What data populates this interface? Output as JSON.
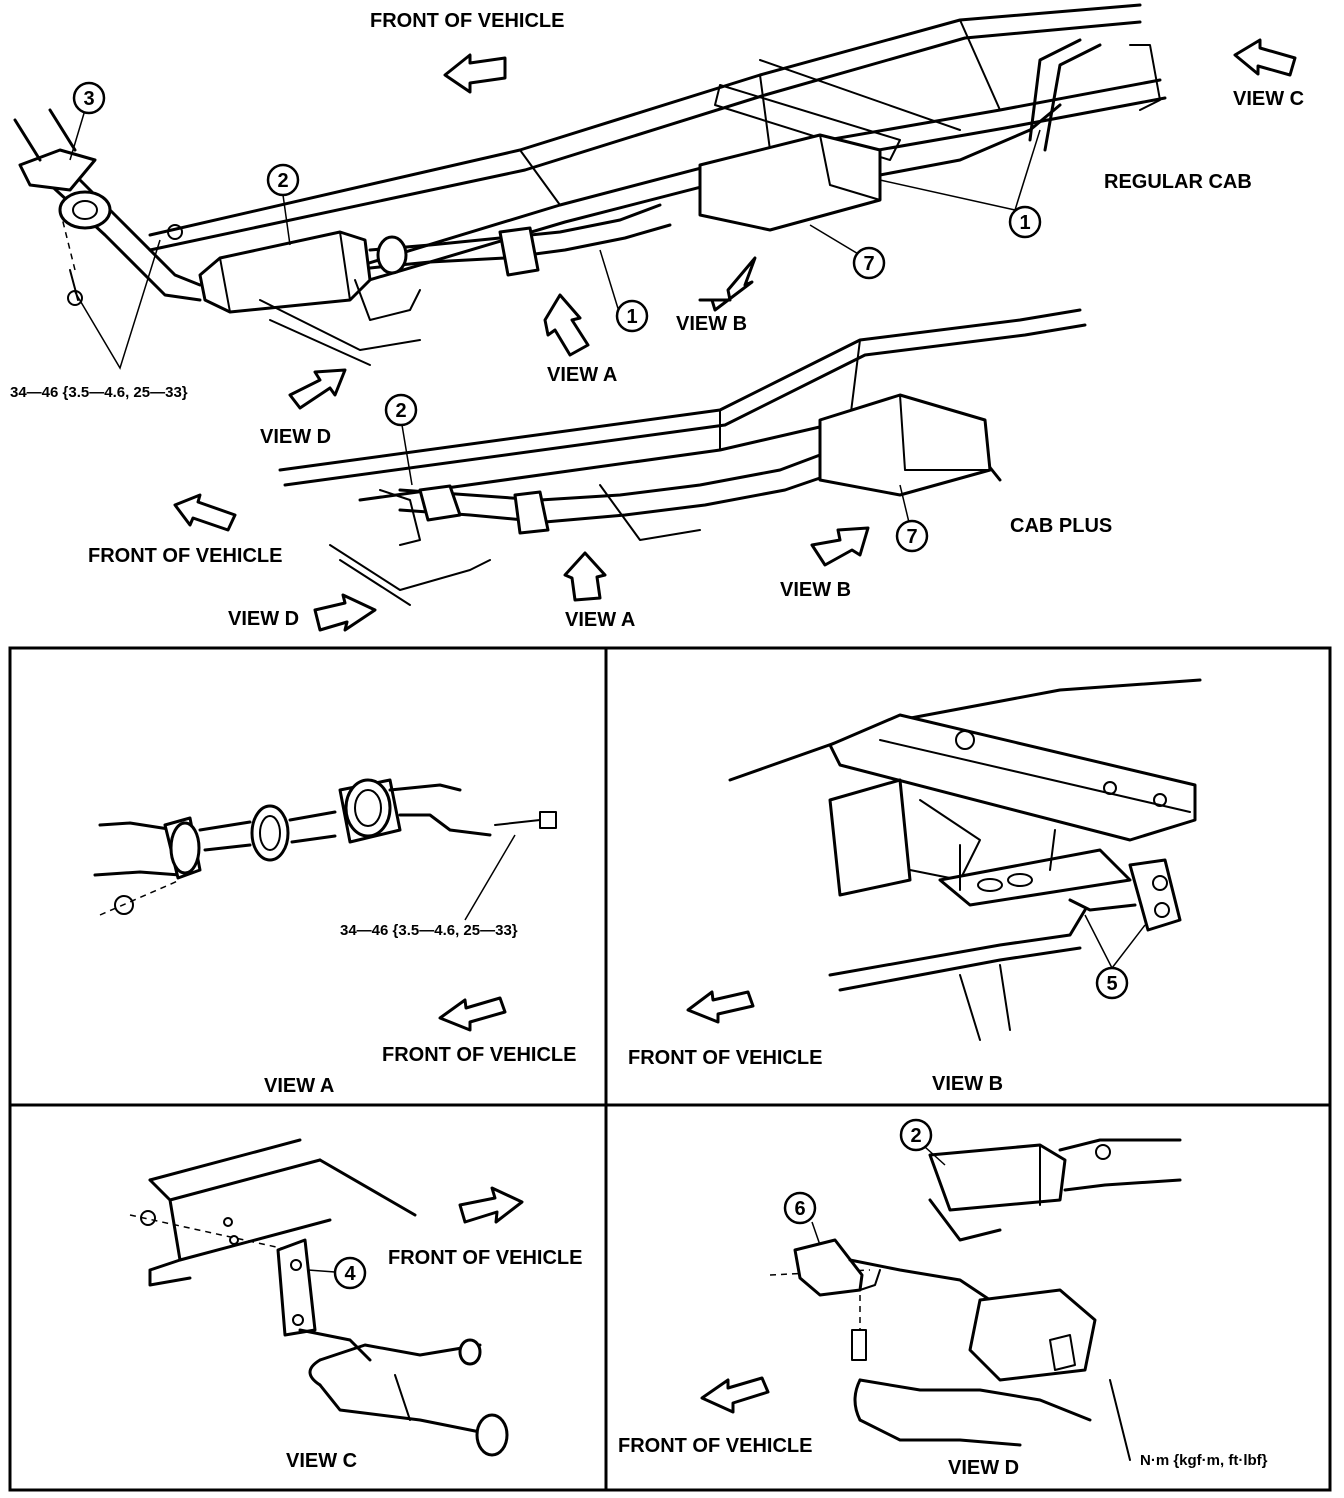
{
  "labels": {
    "front_of_vehicle": "FRONT OF VEHICLE",
    "view_a": "VIEW A",
    "view_b": "VIEW B",
    "view_c": "VIEW C",
    "view_d": "VIEW D",
    "regular_cab": "REGULAR CAB",
    "cab_plus": "CAB PLUS",
    "torque_spec": "34—46 {3.5—4.6, 25—33}",
    "units_note": "N·m {kgf·m, ft·lbf}"
  },
  "callouts": [
    "1",
    "2",
    "3",
    "4",
    "5",
    "6",
    "7"
  ],
  "panels": [
    "VIEW A",
    "VIEW B",
    "VIEW C",
    "VIEW D"
  ]
}
